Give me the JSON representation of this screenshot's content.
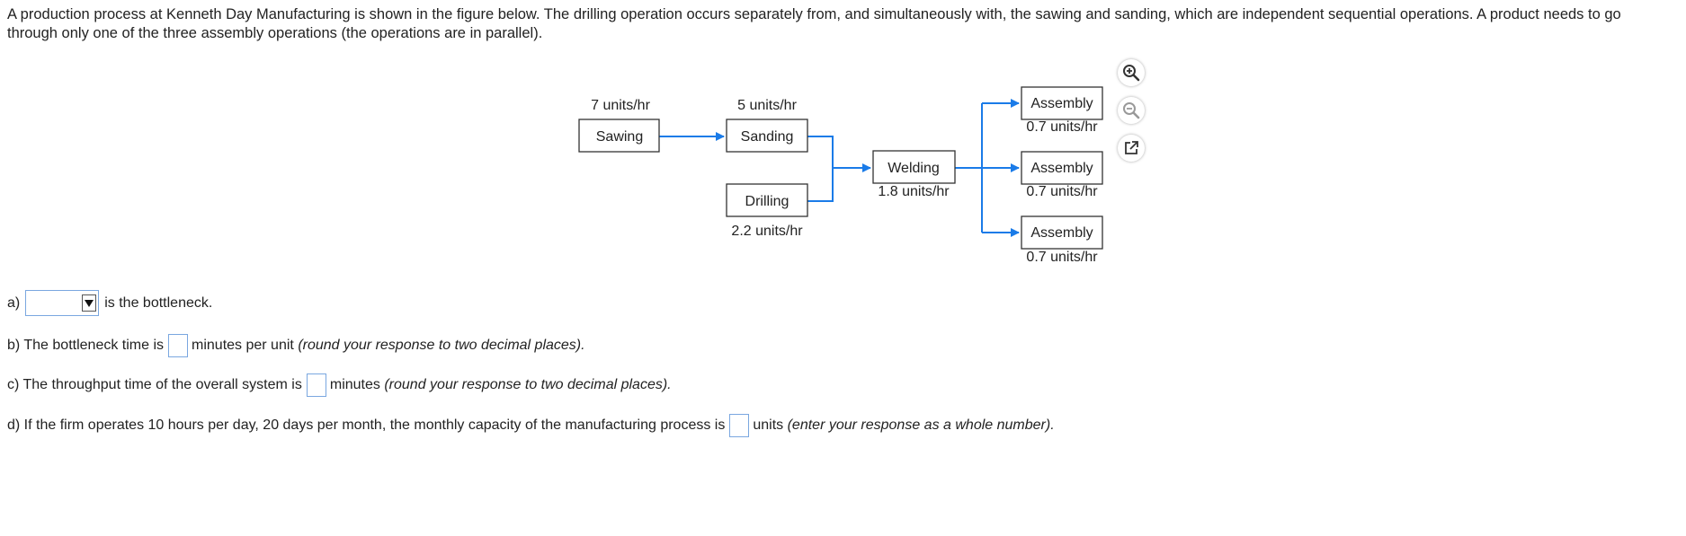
{
  "intro_text": "A production process at Kenneth Day Manufacturing is shown in the figure below. The drilling operation occurs separately from, and simultaneously with, the sawing and sanding, which are independent sequential operations. A product needs to go through only one of the three assembly operations (the operations are in parallel).",
  "diagram": {
    "sawing": {
      "label": "Sawing",
      "rate": "7 units/hr"
    },
    "sanding": {
      "label": "Sanding",
      "rate": "5 units/hr"
    },
    "drilling": {
      "label": "Drilling",
      "rate": "2.2 units/hr"
    },
    "welding": {
      "label": "Welding",
      "rate": "1.8 units/hr"
    },
    "assembly1": {
      "label": "Assembly",
      "rate": "0.7 units/hr"
    },
    "assembly2": {
      "label": "Assembly",
      "rate": "0.7 units/hr"
    },
    "assembly3": {
      "label": "Assembly",
      "rate": "0.7 units/hr"
    },
    "line_color": "#1a7be8"
  },
  "tools": {
    "zoom_in": "zoom-in-icon",
    "zoom_out": "zoom-out-icon",
    "popout": "external-link-icon"
  },
  "questions": {
    "a": {
      "prefix": "a)",
      "selected": "",
      "suffix": "is the bottleneck."
    },
    "b": {
      "prefix": "b) The bottleneck time is",
      "suffix": "minutes per unit",
      "hint": "(round your response to two decimal places)."
    },
    "c": {
      "prefix": "c) The throughput time of the overall system is",
      "suffix": "minutes",
      "hint": "(round your response to two decimal places)."
    },
    "d": {
      "prefix": "d) If the firm operates 10 hours per day, 20 days per month, the monthly capacity of the manufacturing process is",
      "suffix": "units",
      "hint": "(enter your response as a whole number)."
    }
  }
}
